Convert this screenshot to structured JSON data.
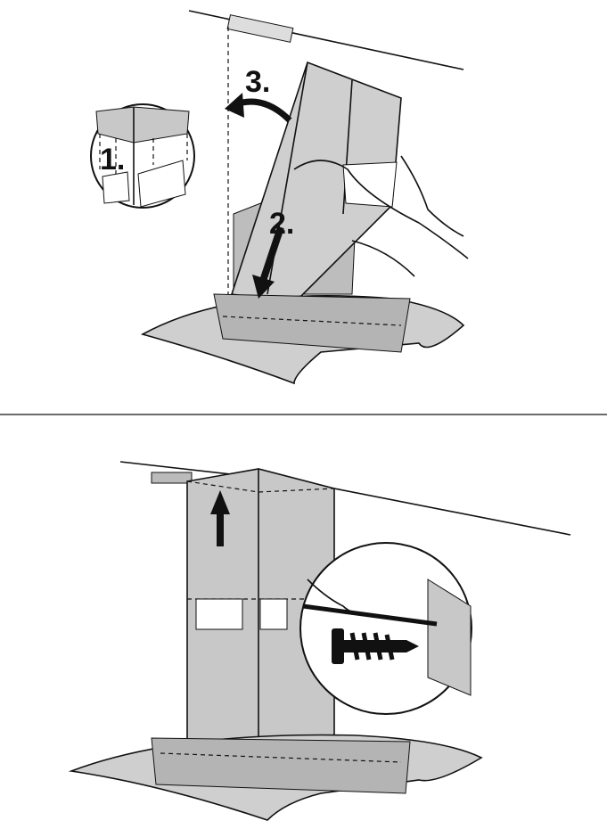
{
  "steps": {
    "one": "1.",
    "two": "2.",
    "three": "3."
  },
  "colors": {
    "ink": "#111111",
    "steel": "#c8c8c8",
    "steel_dark": "#9a9a9a",
    "paper": "#ffffff"
  }
}
